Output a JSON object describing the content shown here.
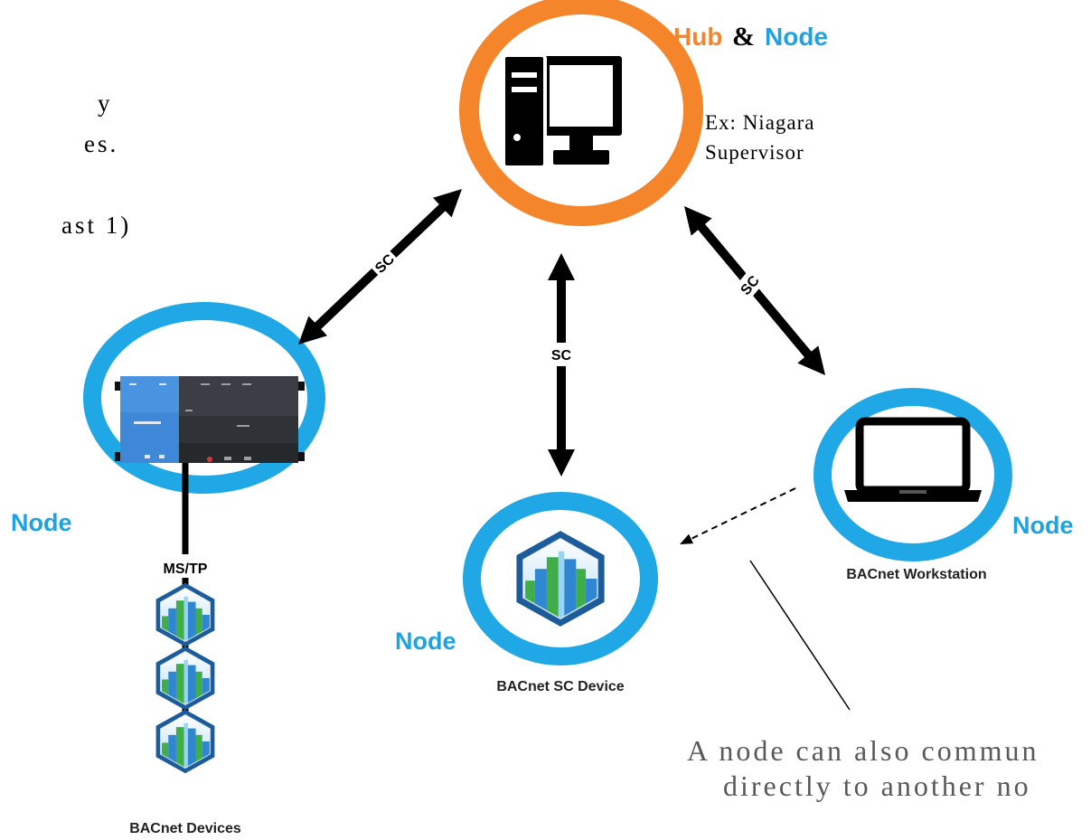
{
  "partial_text": [
    "y",
    "es.",
    "ast 1)"
  ],
  "hub": {
    "label_hub": "Hub",
    "label_amp": "&",
    "label_node": "Node",
    "example_line1": "Ex: Niagara",
    "example_line2": "Supervisor",
    "icon": "desktop-computer-icon"
  },
  "left_node": {
    "label": "Node",
    "link_label": "MS/TP",
    "devices_label": "BACnet Devices",
    "icon": "controller-icon",
    "device_icon": "bacnet-device-icon"
  },
  "center_node": {
    "label": "Node",
    "device_label": "BACnet SC Device",
    "icon": "bacnet-device-icon"
  },
  "right_node": {
    "label": "Node",
    "device_label": "BACnet Workstation",
    "icon": "laptop-icon"
  },
  "links": {
    "left": "SC",
    "center": "SC",
    "right": "SC"
  },
  "note": {
    "line1": "A node can also commun",
    "line2": "directly to another no"
  },
  "colors": {
    "hub_ring": "#F5852A",
    "hub_label": "#F5852A",
    "node_ring": "#1FA8E5",
    "node_label": "#1FA3E0",
    "arrow": "#000000",
    "note_text": "#595959"
  }
}
